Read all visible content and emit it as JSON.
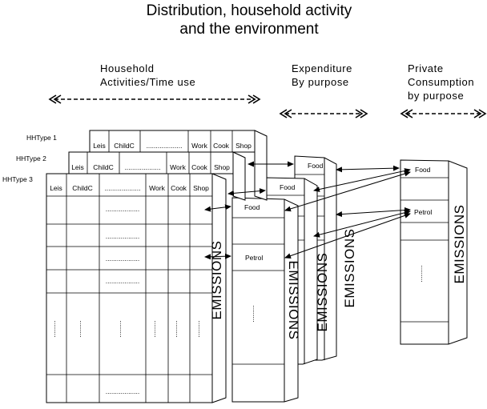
{
  "title": {
    "line1": "Distribution, household activity",
    "line2": "and the environment"
  },
  "sections": {
    "household": {
      "line1": "Household",
      "line2": "Activities/Time use"
    },
    "expenditure": {
      "line1": "Expenditure",
      "line2": "By purpose"
    },
    "private": {
      "line1": "Private",
      "line2": "Consumption",
      "line3": "by purpose"
    }
  },
  "hh_types": [
    "HHType 1",
    "HHType 2",
    "HHType 3"
  ],
  "activity_columns": [
    "Leis",
    "ChildC",
    "...................",
    "Work",
    "Cook",
    "Shop"
  ],
  "purposes": {
    "food": "Food",
    "petrol": "Petrol"
  },
  "emissions_label": "EMISSIONS",
  "dots": {
    "short": "..................",
    "vertical": "........."
  }
}
